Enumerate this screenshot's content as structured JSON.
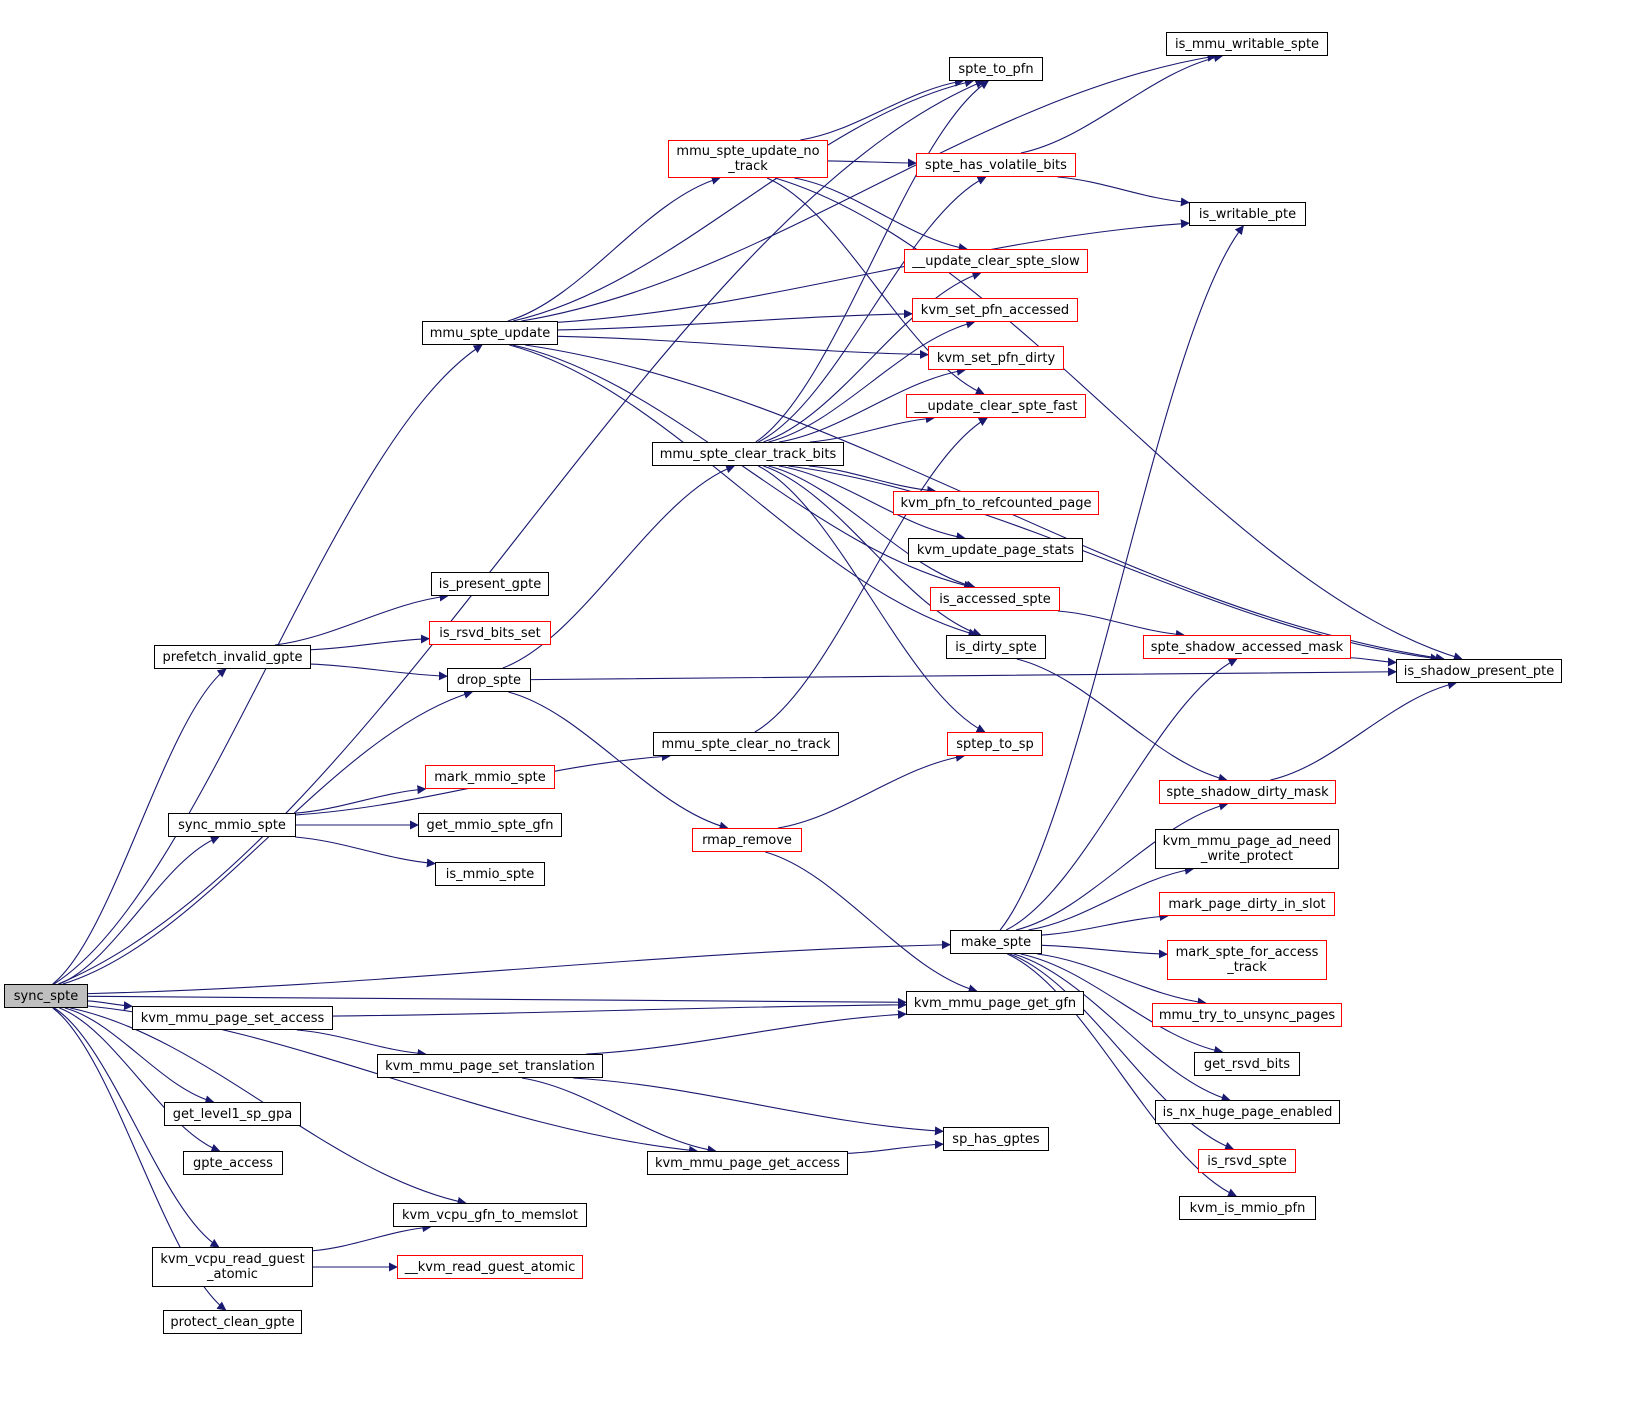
{
  "root": "sync_spte",
  "colors": {
    "edge": "#191970",
    "border_default": "#000000",
    "border_external": "#ff0000",
    "root_fill": "#bfbfbf"
  },
  "nodes": [
    {
      "id": "sync_spte",
      "label": "sync_spte",
      "kind": "root"
    },
    {
      "id": "is_mmu_writable_spte",
      "label": "is_mmu_writable_spte",
      "kind": "default"
    },
    {
      "id": "spte_to_pfn",
      "label": "spte_to_pfn",
      "kind": "default"
    },
    {
      "id": "mmu_spte_update_no_track",
      "label": "mmu_spte_update_no\n_track",
      "kind": "external"
    },
    {
      "id": "spte_has_volatile_bits",
      "label": "spte_has_volatile_bits",
      "kind": "external"
    },
    {
      "id": "is_writable_pte",
      "label": "is_writable_pte",
      "kind": "default"
    },
    {
      "id": "update_clear_spte_slow",
      "label": "__update_clear_spte_slow",
      "kind": "external"
    },
    {
      "id": "kvm_set_pfn_accessed",
      "label": "kvm_set_pfn_accessed",
      "kind": "external"
    },
    {
      "id": "mmu_spte_update",
      "label": "mmu_spte_update",
      "kind": "default"
    },
    {
      "id": "kvm_set_pfn_dirty",
      "label": "kvm_set_pfn_dirty",
      "kind": "external"
    },
    {
      "id": "update_clear_spte_fast",
      "label": "__update_clear_spte_fast",
      "kind": "external"
    },
    {
      "id": "mmu_spte_clear_track_bits",
      "label": "mmu_spte_clear_track_bits",
      "kind": "default"
    },
    {
      "id": "kvm_pfn_to_refcounted_page",
      "label": "kvm_pfn_to_refcounted_page",
      "kind": "external"
    },
    {
      "id": "kvm_update_page_stats",
      "label": "kvm_update_page_stats",
      "kind": "default"
    },
    {
      "id": "is_present_gpte",
      "label": "is_present_gpte",
      "kind": "default"
    },
    {
      "id": "is_rsvd_bits_set",
      "label": "is_rsvd_bits_set",
      "kind": "external"
    },
    {
      "id": "is_accessed_spte",
      "label": "is_accessed_spte",
      "kind": "external"
    },
    {
      "id": "prefetch_invalid_gpte",
      "label": "prefetch_invalid_gpte",
      "kind": "default"
    },
    {
      "id": "spte_shadow_accessed_mask",
      "label": "spte_shadow_accessed_mask",
      "kind": "external"
    },
    {
      "id": "is_dirty_spte",
      "label": "is_dirty_spte",
      "kind": "default"
    },
    {
      "id": "is_shadow_present_pte",
      "label": "is_shadow_present_pte",
      "kind": "default"
    },
    {
      "id": "drop_spte",
      "label": "drop_spte",
      "kind": "default"
    },
    {
      "id": "mmu_spte_clear_no_track",
      "label": "mmu_spte_clear_no_track",
      "kind": "default"
    },
    {
      "id": "sptep_to_sp",
      "label": "sptep_to_sp",
      "kind": "external"
    },
    {
      "id": "mark_mmio_spte",
      "label": "mark_mmio_spte",
      "kind": "external"
    },
    {
      "id": "spte_shadow_dirty_mask",
      "label": "spte_shadow_dirty_mask",
      "kind": "external"
    },
    {
      "id": "sync_mmio_spte",
      "label": "sync_mmio_spte",
      "kind": "default"
    },
    {
      "id": "get_mmio_spte_gfn",
      "label": "get_mmio_spte_gfn",
      "kind": "default"
    },
    {
      "id": "rmap_remove",
      "label": "rmap_remove",
      "kind": "external"
    },
    {
      "id": "kvm_mmu_page_ad_need_write_protect",
      "label": "kvm_mmu_page_ad_need\n_write_protect",
      "kind": "default"
    },
    {
      "id": "is_mmio_spte",
      "label": "is_mmio_spte",
      "kind": "default"
    },
    {
      "id": "mark_page_dirty_in_slot",
      "label": "mark_page_dirty_in_slot",
      "kind": "external"
    },
    {
      "id": "make_spte",
      "label": "make_spte",
      "kind": "default"
    },
    {
      "id": "mark_spte_for_access_track",
      "label": "mark_spte_for_access\n_track",
      "kind": "external"
    },
    {
      "id": "kvm_mmu_page_get_gfn",
      "label": "kvm_mmu_page_get_gfn",
      "kind": "default"
    },
    {
      "id": "mmu_try_to_unsync_pages",
      "label": "mmu_try_to_unsync_pages",
      "kind": "external"
    },
    {
      "id": "kvm_mmu_page_set_access",
      "label": "kvm_mmu_page_set_access",
      "kind": "default"
    },
    {
      "id": "kvm_mmu_page_set_translation",
      "label": "kvm_mmu_page_set_translation",
      "kind": "default"
    },
    {
      "id": "get_rsvd_bits",
      "label": "get_rsvd_bits",
      "kind": "default"
    },
    {
      "id": "get_level1_sp_gpa",
      "label": "get_level1_sp_gpa",
      "kind": "default"
    },
    {
      "id": "is_nx_huge_page_enabled",
      "label": "is_nx_huge_page_enabled",
      "kind": "default"
    },
    {
      "id": "sp_has_gptes",
      "label": "sp_has_gptes",
      "kind": "default"
    },
    {
      "id": "gpte_access",
      "label": "gpte_access",
      "kind": "default"
    },
    {
      "id": "kvm_mmu_page_get_access",
      "label": "kvm_mmu_page_get_access",
      "kind": "default"
    },
    {
      "id": "is_rsvd_spte",
      "label": "is_rsvd_spte",
      "kind": "external"
    },
    {
      "id": "kvm_is_mmio_pfn",
      "label": "kvm_is_mmio_pfn",
      "kind": "default"
    },
    {
      "id": "kvm_vcpu_gfn_to_memslot",
      "label": "kvm_vcpu_gfn_to_memslot",
      "kind": "default"
    },
    {
      "id": "kvm_vcpu_read_guest_atomic",
      "label": "kvm_vcpu_read_guest\n_atomic",
      "kind": "default"
    },
    {
      "id": "kvm_read_guest_atomic",
      "label": "__kvm_read_guest_atomic",
      "kind": "external"
    },
    {
      "id": "protect_clean_gpte",
      "label": "protect_clean_gpte",
      "kind": "default"
    }
  ],
  "edges": [
    [
      "sync_spte",
      "spte_to_pfn"
    ],
    [
      "sync_spte",
      "mmu_spte_update"
    ],
    [
      "sync_spte",
      "prefetch_invalid_gpte"
    ],
    [
      "sync_spte",
      "drop_spte"
    ],
    [
      "sync_spte",
      "sync_mmio_spte"
    ],
    [
      "sync_spte",
      "make_spte"
    ],
    [
      "sync_spte",
      "kvm_mmu_page_get_gfn"
    ],
    [
      "sync_spte",
      "kvm_mmu_page_set_access"
    ],
    [
      "sync_spte",
      "get_level1_sp_gpa"
    ],
    [
      "sync_spte",
      "gpte_access"
    ],
    [
      "sync_spte",
      "kvm_mmu_page_get_access"
    ],
    [
      "sync_spte",
      "kvm_vcpu_gfn_to_memslot"
    ],
    [
      "sync_spte",
      "kvm_vcpu_read_guest_atomic"
    ],
    [
      "sync_spte",
      "protect_clean_gpte"
    ],
    [
      "mmu_spte_update",
      "is_mmu_writable_spte"
    ],
    [
      "mmu_spte_update",
      "spte_to_pfn"
    ],
    [
      "mmu_spte_update",
      "mmu_spte_update_no_track"
    ],
    [
      "mmu_spte_update",
      "is_writable_pte"
    ],
    [
      "mmu_spte_update",
      "kvm_set_pfn_accessed"
    ],
    [
      "mmu_spte_update",
      "kvm_set_pfn_dirty"
    ],
    [
      "mmu_spte_update",
      "is_accessed_spte"
    ],
    [
      "mmu_spte_update",
      "is_dirty_spte"
    ],
    [
      "mmu_spte_update",
      "is_shadow_present_pte"
    ],
    [
      "mmu_spte_update_no_track",
      "spte_to_pfn"
    ],
    [
      "mmu_spte_update_no_track",
      "spte_has_volatile_bits"
    ],
    [
      "mmu_spte_update_no_track",
      "update_clear_spte_slow"
    ],
    [
      "mmu_spte_update_no_track",
      "update_clear_spte_fast"
    ],
    [
      "mmu_spte_update_no_track",
      "is_shadow_present_pte"
    ],
    [
      "spte_has_volatile_bits",
      "is_mmu_writable_spte"
    ],
    [
      "spte_has_volatile_bits",
      "is_writable_pte"
    ],
    [
      "mmu_spte_clear_track_bits",
      "spte_to_pfn"
    ],
    [
      "mmu_spte_clear_track_bits",
      "spte_has_volatile_bits"
    ],
    [
      "mmu_spte_clear_track_bits",
      "update_clear_spte_slow"
    ],
    [
      "mmu_spte_clear_track_bits",
      "kvm_set_pfn_accessed"
    ],
    [
      "mmu_spte_clear_track_bits",
      "kvm_set_pfn_dirty"
    ],
    [
      "mmu_spte_clear_track_bits",
      "update_clear_spte_fast"
    ],
    [
      "mmu_spte_clear_track_bits",
      "kvm_pfn_to_refcounted_page"
    ],
    [
      "mmu_spte_clear_track_bits",
      "kvm_update_page_stats"
    ],
    [
      "mmu_spte_clear_track_bits",
      "is_accessed_spte"
    ],
    [
      "mmu_spte_clear_track_bits",
      "is_dirty_spte"
    ],
    [
      "mmu_spte_clear_track_bits",
      "is_shadow_present_pte"
    ],
    [
      "mmu_spte_clear_track_bits",
      "sptep_to_sp"
    ],
    [
      "prefetch_invalid_gpte",
      "is_present_gpte"
    ],
    [
      "prefetch_invalid_gpte",
      "is_rsvd_bits_set"
    ],
    [
      "prefetch_invalid_gpte",
      "drop_spte"
    ],
    [
      "drop_spte",
      "mmu_spte_clear_track_bits"
    ],
    [
      "drop_spte",
      "rmap_remove"
    ],
    [
      "drop_spte",
      "is_shadow_present_pte"
    ],
    [
      "is_accessed_spte",
      "spte_shadow_accessed_mask"
    ],
    [
      "spte_shadow_accessed_mask",
      "is_shadow_present_pte"
    ],
    [
      "is_dirty_spte",
      "spte_shadow_dirty_mask"
    ],
    [
      "spte_shadow_dirty_mask",
      "is_shadow_present_pte"
    ],
    [
      "mmu_spte_clear_no_track",
      "update_clear_spte_fast"
    ],
    [
      "sync_mmio_spte",
      "mmu_spte_clear_no_track"
    ],
    [
      "sync_mmio_spte",
      "mark_mmio_spte"
    ],
    [
      "sync_mmio_spte",
      "get_mmio_spte_gfn"
    ],
    [
      "sync_mmio_spte",
      "is_mmio_spte"
    ],
    [
      "rmap_remove",
      "sptep_to_sp"
    ],
    [
      "rmap_remove",
      "kvm_mmu_page_get_gfn"
    ],
    [
      "make_spte",
      "is_writable_pte"
    ],
    [
      "make_spte",
      "spte_shadow_accessed_mask"
    ],
    [
      "make_spte",
      "spte_shadow_dirty_mask"
    ],
    [
      "make_spte",
      "kvm_mmu_page_ad_need_write_protect"
    ],
    [
      "make_spte",
      "mark_page_dirty_in_slot"
    ],
    [
      "make_spte",
      "mark_spte_for_access_track"
    ],
    [
      "make_spte",
      "mmu_try_to_unsync_pages"
    ],
    [
      "make_spte",
      "get_rsvd_bits"
    ],
    [
      "make_spte",
      "is_nx_huge_page_enabled"
    ],
    [
      "make_spte",
      "is_rsvd_spte"
    ],
    [
      "make_spte",
      "kvm_is_mmio_pfn"
    ],
    [
      "kvm_mmu_page_set_access",
      "kvm_mmu_page_get_gfn"
    ],
    [
      "kvm_mmu_page_set_access",
      "kvm_mmu_page_set_translation"
    ],
    [
      "kvm_mmu_page_set_translation",
      "kvm_mmu_page_get_gfn"
    ],
    [
      "kvm_mmu_page_set_translation",
      "sp_has_gptes"
    ],
    [
      "kvm_mmu_page_set_translation",
      "kvm_mmu_page_get_access"
    ],
    [
      "kvm_mmu_page_get_access",
      "sp_has_gptes"
    ],
    [
      "kvm_vcpu_read_guest_atomic",
      "kvm_vcpu_gfn_to_memslot"
    ],
    [
      "kvm_vcpu_read_guest_atomic",
      "kvm_read_guest_atomic"
    ]
  ]
}
